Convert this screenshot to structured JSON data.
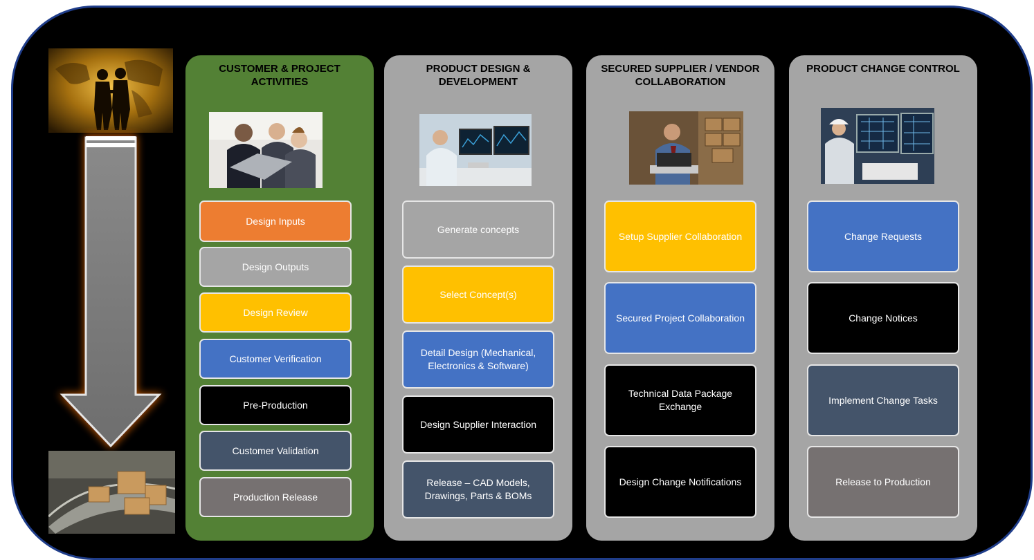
{
  "colors": {
    "frame": "#000000",
    "panel_customer": "#538135",
    "panel_gray": "#a5a5a5",
    "orange": "#ed7d31",
    "gray": "#a5a5a5",
    "yellow": "#ffc000",
    "blue": "#4472c4",
    "black": "#000000",
    "slate": "#44546a",
    "taupe": "#767171",
    "arrow_glow": "#c55a11"
  },
  "side": {
    "top_image": "world-map-handshake-photo",
    "arrow": "down-arrow-icon",
    "bottom_image": "conveyor-boxes-photo"
  },
  "panels": [
    {
      "title": "CUSTOMER & PROJECT ACTIVITIES",
      "image": "business-meeting-photo",
      "items": [
        "Design Inputs",
        "Design Outputs",
        "Design Review",
        "Customer Verification",
        "Pre-Production",
        "Customer Validation",
        "Production Release"
      ]
    },
    {
      "title": "PRODUCT DESIGN & DEVELOPMENT",
      "image": "engineer-monitors-photo",
      "items": [
        "Generate concepts",
        "Select Concept(s)",
        "Detail Design (Mechanical, Electronics & Software)",
        "Design Supplier Interaction",
        "Release – CAD  Models, Drawings, Parts & BOMs"
      ]
    },
    {
      "title": "SECURED SUPPLIER / VENDOR COLLABORATION",
      "image": "warehouse-laptop-photo",
      "items": [
        "Setup Supplier Collaboration",
        "Secured Project Collaboration",
        "Technical Data Package Exchange",
        "Design Change Notifications"
      ]
    },
    {
      "title": "PRODUCT CHANGE CONTROL",
      "image": "engineer-hardhat-photo",
      "items": [
        "Change Requests",
        "Change Notices",
        "Implement Change Tasks",
        "Release to Production"
      ]
    }
  ]
}
